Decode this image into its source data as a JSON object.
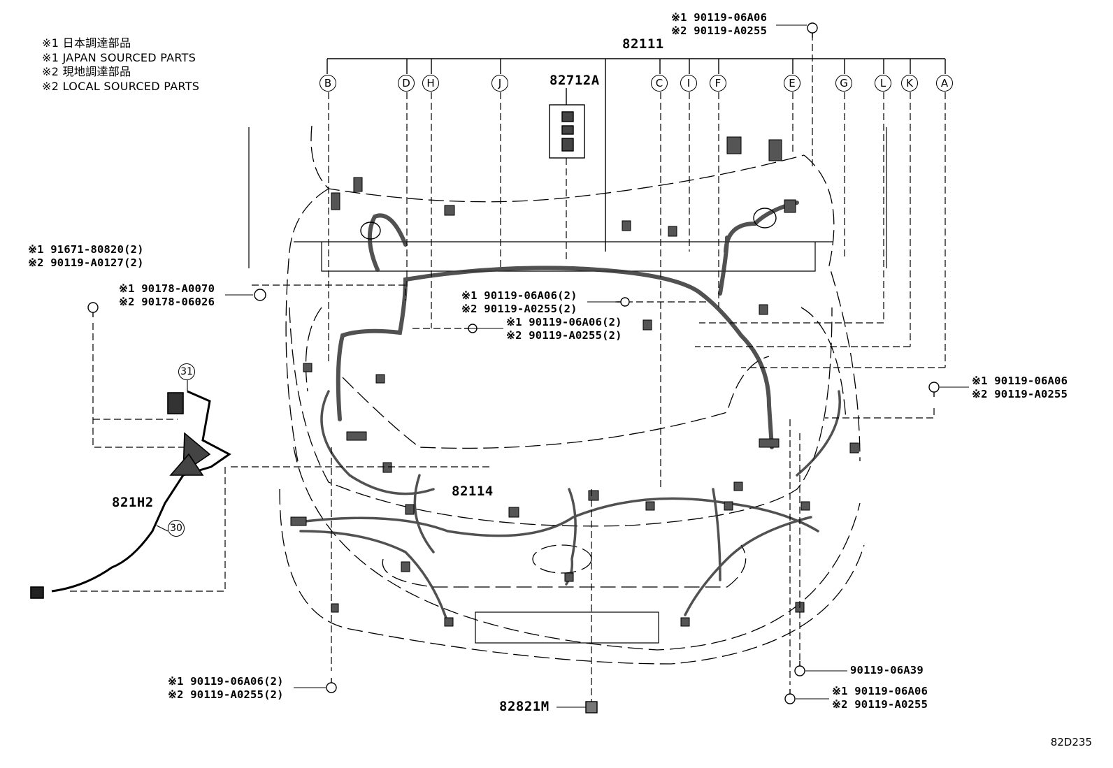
{
  "legend": [
    "※1 日本調達部品",
    "※1 JAPAN SOURCED PARTS",
    "※2 現地調達部品",
    "※2 LOCAL SOURCED PARTS"
  ],
  "parts": {
    "main_harness": "82111",
    "relay_block": "82712A",
    "front_harness": "82114",
    "side_harness": "821H2",
    "connector": "82821M"
  },
  "branch_letters": [
    "B",
    "D",
    "H",
    "J",
    "C",
    "I",
    "F",
    "E",
    "G",
    "L",
    "K",
    "A"
  ],
  "callouts": {
    "c31": "31",
    "c30": "30"
  },
  "fasteners": {
    "top_right": [
      "※1 90119-06A06",
      "※2 90119-A0255"
    ],
    "left_clip": [
      "※1 91671-80820(2)",
      "※2 90119-A0127(2)"
    ],
    "left_grommet": [
      "※1 90178-A0070",
      "※2 90178-06026"
    ],
    "center_a": [
      "※1 90119-06A06(2)",
      "※2 90119-A0255(2)"
    ],
    "center_b": [
      "※1 90119-06A06(2)",
      "※2 90119-A0255(2)"
    ],
    "right_mid": [
      "※1 90119-06A06",
      "※2 90119-A0255"
    ],
    "bottom_left": [
      "※1 90119-06A06(2)",
      "※2 90119-A0255(2)"
    ],
    "bottom_right_single": "90119-06A39",
    "bottom_right": [
      "※1 90119-06A06",
      "※2 90119-A0255"
    ]
  },
  "diagram_code": "82D235"
}
